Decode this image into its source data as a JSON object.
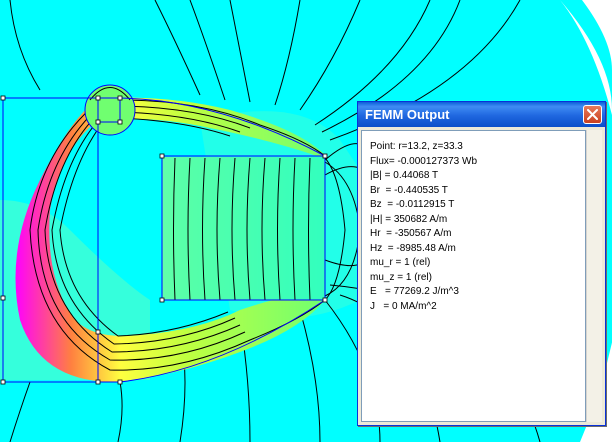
{
  "output_window": {
    "title": "FEMM Output",
    "close_icon": "close-icon",
    "lines": [
      "Point: r=13.2, z=33.3",
      "Flux= -0.000127373 Wb",
      "|B| = 0.44068 T",
      "Br  = -0.440535 T",
      "Bz  = -0.0112915 T",
      "|H| = 350682 A/m",
      "Hr  = -350567 A/m",
      "Hz  = -8985.48 A/m",
      "mu_r = 1 (rel)",
      "mu_z = 1 (rel)",
      "E   = 77269.2 J/m^3",
      "J   = 0 MA/m^2"
    ]
  },
  "colors": {
    "background_field": "#00ffff",
    "field_line": "#000000",
    "block_outline": "#0000ff",
    "titlebar": "#0b4ec9",
    "close_button": "#c9401e"
  }
}
